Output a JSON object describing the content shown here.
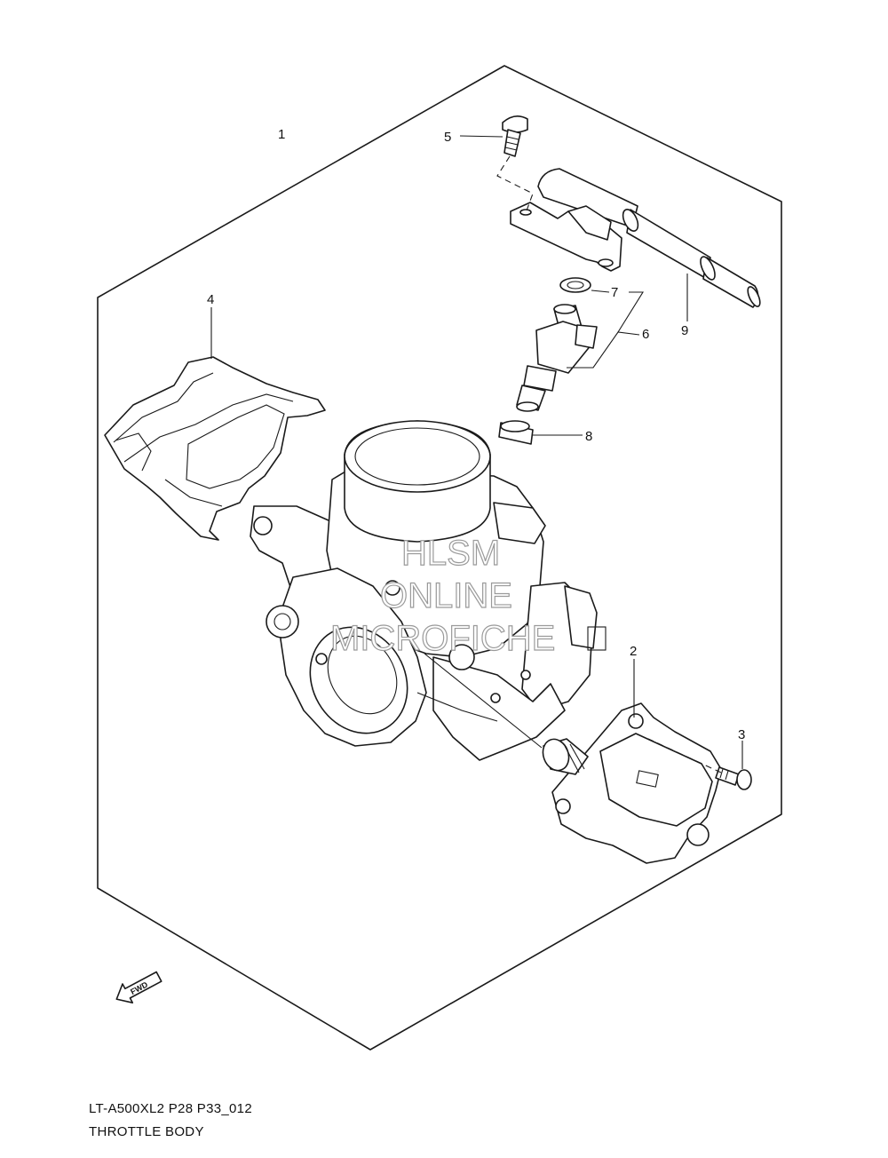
{
  "diagram": {
    "callouts": [
      "1",
      "2",
      "3",
      "4",
      "5",
      "6",
      "7",
      "8",
      "9"
    ],
    "fwd_label": "FWD",
    "watermark": [
      "HLSM",
      "ONLINE",
      "MICROFICHE"
    ]
  },
  "footer": {
    "code": "LT-A500XL2 P28 P33_012",
    "title": "THROTTLE BODY"
  }
}
